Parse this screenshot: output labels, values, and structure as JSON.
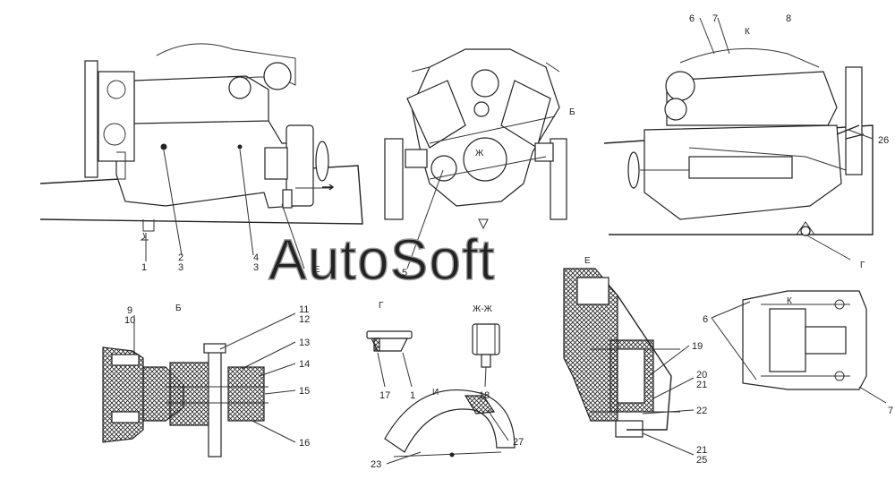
{
  "watermark": "AutoSoft",
  "section_labels": {
    "b": "Б",
    "g": "Г",
    "zhzh": "Ж-Ж",
    "i": "И",
    "e_view": "Е",
    "k_view": "К",
    "b_arrow": "Б",
    "zh_arrow": "Ж",
    "k_arrow": "К",
    "e_arrow": "Е",
    "g_arrow": "Г"
  },
  "callouts": {
    "n1": "1",
    "n23": "2\n3",
    "n43": "4\n3",
    "n5": "5",
    "n6t": "6",
    "n7t": "7",
    "n8": "8",
    "n26": "26",
    "n910": "9\n10",
    "n1112": "11\n12",
    "n13": "13",
    "n14": "14",
    "n15": "15",
    "n16": "16",
    "n17": "17",
    "n1g": "1",
    "n18": "18",
    "n27": "27",
    "n23b": "23",
    "n19": "19",
    "n2021": "20\n21",
    "n22": "22",
    "n2125": "21\n25",
    "n6k": "6",
    "n7k": "7"
  }
}
